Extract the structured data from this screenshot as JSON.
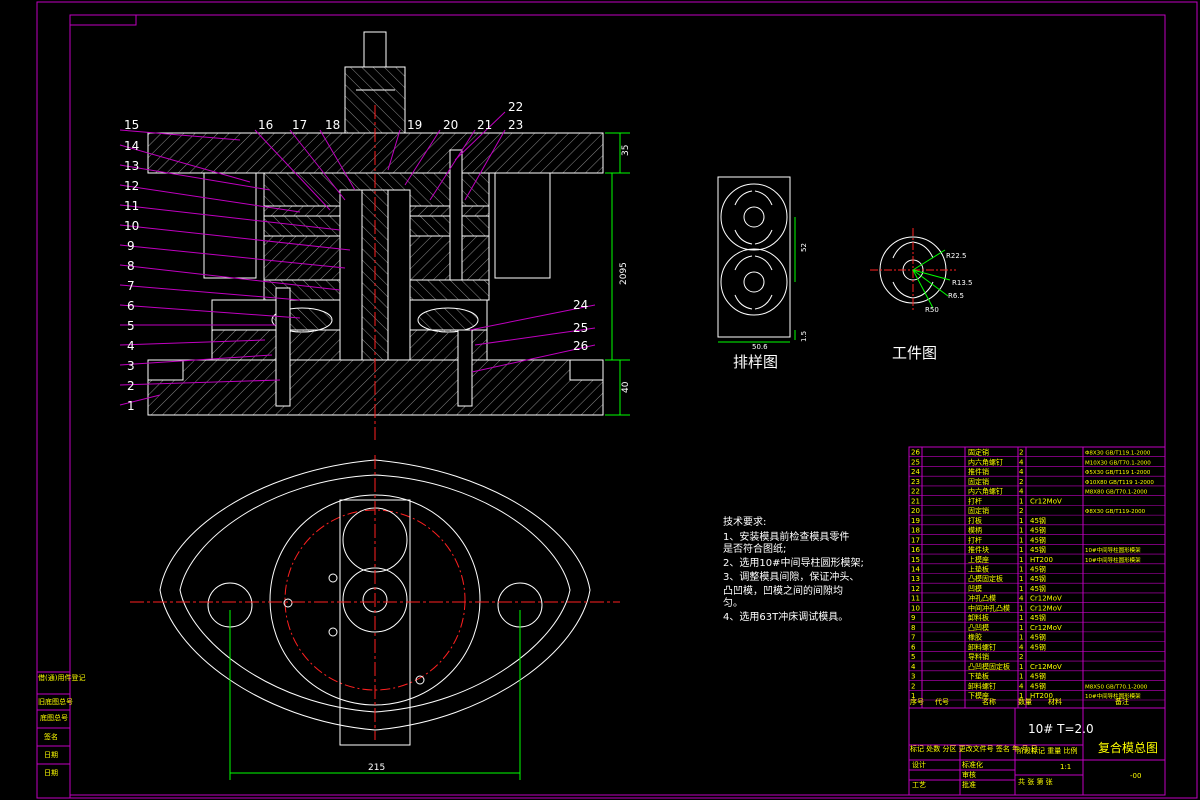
{
  "colors": {
    "background": "#000000",
    "frame": "#c000c0",
    "outline": "#ffffff",
    "center_line": "#ff2020",
    "dimension": "#00ff00",
    "hatch": "#8a8a8a",
    "yellow_text": "#ffff00"
  },
  "section_view": {
    "part_labels": [
      "1",
      "2",
      "3",
      "4",
      "5",
      "6",
      "7",
      "8",
      "9",
      "10",
      "11",
      "12",
      "13",
      "14",
      "15",
      "16",
      "17",
      "18",
      "19",
      "20",
      "21",
      "22",
      "23",
      "24",
      "25",
      "26"
    ],
    "dim_top_thickness": "35",
    "dim_total_height": "2095",
    "dim_bottom_thickness": "40"
  },
  "layout_view": {
    "caption": "排样图",
    "dim_pitch": "52",
    "dim_width": "50.6",
    "dim_margin": "1.5"
  },
  "workpiece_view": {
    "caption": "工件图",
    "dim_1": "R22.5",
    "dim_2": "R13.5",
    "dim_3": "R6.5",
    "dim_4": "R50"
  },
  "plan_view": {
    "dim_width": "215"
  },
  "tech_requirements": {
    "title": "技术要求:",
    "lines": [
      "1、安装模具前检查模具零件",
      "是否符合图纸;",
      "2、选用10#中间导柱圆形模架;",
      "3、调整模具间隙，保证冲头、",
      "凸凹模，凹模之间的间隙均",
      "匀。",
      "4、选用63T冲床调试模具。"
    ]
  },
  "bom": {
    "rows": [
      {
        "no": "26",
        "name": "固定销",
        "qty": "2",
        "material": "",
        "standard": "Φ8X30 GB/T119.1-2000"
      },
      {
        "no": "25",
        "name": "内六角螺钉",
        "qty": "4",
        "material": "",
        "standard": "M10X30 GB/T70.1-2000"
      },
      {
        "no": "24",
        "name": "推件销",
        "qty": "4",
        "material": "",
        "standard": "Φ5X30 GB/T119 1-2000"
      },
      {
        "no": "23",
        "name": "固定销",
        "qty": "2",
        "material": "",
        "standard": "Φ10X80 GB/T119 1-2000"
      },
      {
        "no": "22",
        "name": "内六角螺钉",
        "qty": "4",
        "material": "",
        "standard": "M8X80 GB/T70.1-2000"
      },
      {
        "no": "21",
        "name": "打杆",
        "qty": "1",
        "material": "Cr12MoV",
        "standard": ""
      },
      {
        "no": "20",
        "name": "固定销",
        "qty": "2",
        "material": "",
        "standard": "Φ8X30 GB/T119-2000"
      },
      {
        "no": "19",
        "name": "打板",
        "qty": "1",
        "material": "45钢",
        "standard": ""
      },
      {
        "no": "18",
        "name": "模柄",
        "qty": "1",
        "material": "45钢",
        "standard": ""
      },
      {
        "no": "17",
        "name": "打杆",
        "qty": "1",
        "material": "45钢",
        "standard": ""
      },
      {
        "no": "16",
        "name": "推件块",
        "qty": "1",
        "material": "45钢",
        "standard": "10#中间导柱圆形模架"
      },
      {
        "no": "15",
        "name": "上模座",
        "qty": "1",
        "material": "HT200",
        "standard": "10#中间导柱圆形模架"
      },
      {
        "no": "14",
        "name": "上垫板",
        "qty": "1",
        "material": "45钢",
        "standard": ""
      },
      {
        "no": "13",
        "name": "凸模固定板",
        "qty": "1",
        "material": "45钢",
        "standard": ""
      },
      {
        "no": "12",
        "name": "凹模",
        "qty": "1",
        "material": "45钢",
        "standard": ""
      },
      {
        "no": "11",
        "name": "冲孔凸模",
        "qty": "4",
        "material": "Cr12MoV",
        "standard": ""
      },
      {
        "no": "10",
        "name": "中间冲孔凸模",
        "qty": "1",
        "material": "Cr12MoV",
        "standard": ""
      },
      {
        "no": "9",
        "name": "卸料板",
        "qty": "1",
        "material": "45钢",
        "standard": ""
      },
      {
        "no": "8",
        "name": "凸凹模",
        "qty": "1",
        "material": "Cr12MoV",
        "standard": ""
      },
      {
        "no": "7",
        "name": "橡胶",
        "qty": "1",
        "material": "45钢",
        "standard": ""
      },
      {
        "no": "6",
        "name": "卸料螺钉",
        "qty": "4",
        "material": "45钢",
        "standard": ""
      },
      {
        "no": "5",
        "name": "导料销",
        "qty": "2",
        "material": "",
        "standard": ""
      },
      {
        "no": "4",
        "name": "凸凹模固定板",
        "qty": "1",
        "material": "Cr12MoV",
        "standard": ""
      },
      {
        "no": "3",
        "name": "下垫板",
        "qty": "1",
        "material": "45钢",
        "standard": ""
      },
      {
        "no": "2",
        "name": "卸料螺钉",
        "qty": "4",
        "material": "45钢",
        "standard": "M8X50 GB/T70.1-2000"
      },
      {
        "no": "1",
        "name": "下模座",
        "qty": "1",
        "material": "HT200",
        "standard": "10#中间导柱圆形模架"
      }
    ],
    "header_no": "序号",
    "header_code": "代号",
    "header_name": "名称",
    "header_qty": "数量",
    "header_material": "材料",
    "header_note": "备注"
  },
  "title_block": {
    "spec": "10#  T=2.0",
    "drawing_title": "复合模总图",
    "drawing_code": "-00",
    "scale": "1:1",
    "designer_label": "设计",
    "checker_label": "审核",
    "process_label": "工艺",
    "approve_label": "批准",
    "standard_label": "标准化",
    "revision_header": "标记 处数 分区 更改文件号 签名 年 月 日",
    "stage_header": "阶段标记 重量 比例",
    "sheet_label": "共 张 第 张"
  },
  "side_table": {
    "rows": [
      "借(通)用件登记",
      "旧底图总号",
      "底图总号",
      "签名",
      "日期",
      "日期"
    ]
  }
}
